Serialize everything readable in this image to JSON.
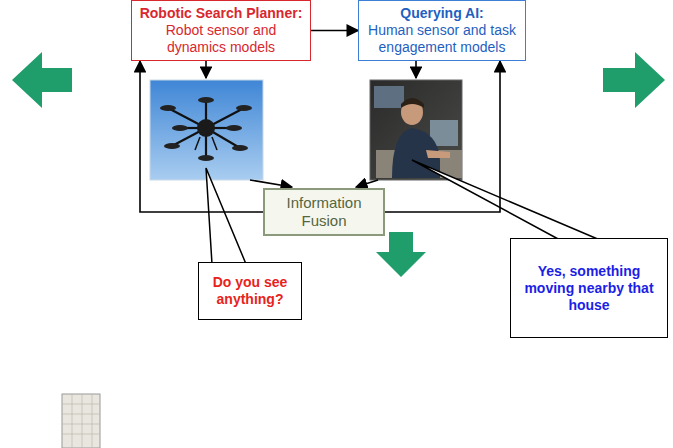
{
  "diagram": {
    "nodes": [
      {
        "text": [
          "Robotic Search Planner:",
          "Robot sensor and dynamics models"
        ]
      },
      {
        "text": [
          "Querying AI:",
          "Human sensor and task engagement models"
        ]
      },
      {
        "text": [
          "Information Fusion"
        ]
      },
      {
        "text": [
          "Do you see anything?"
        ]
      },
      {
        "text": [
          "Yes, something moving nearby that house"
        ]
      }
    ],
    "edges": [
      {
        "from": 0,
        "to": 1,
        "arrow": "to"
      },
      {
        "from": 2,
        "to": 0,
        "arrow": "to"
      },
      {
        "from": 2,
        "to": 1,
        "arrow": "to"
      }
    ]
  }
}
